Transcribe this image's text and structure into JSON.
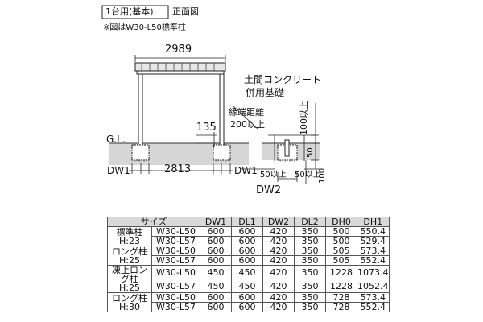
{
  "header": {
    "box_label": "1台用(基本)",
    "view_label": "正面図",
    "note": "※図はW30-L50標準柱"
  },
  "diagram": {
    "width_top": "2989",
    "width_bottom": "2813",
    "height_135": "135",
    "gl_label": "G.L.",
    "dw1_left": "DW1",
    "dw1_right": "DW1",
    "dw2": "DW2",
    "detail_title_1": "土間コンクリート",
    "detail_title_2": "併用基礎",
    "edge_distance_1": "縁端距離",
    "edge_distance_2": "200以上",
    "dim_100_above": "100以上",
    "dim_50_right": "50",
    "dim_50_left": "50以上",
    "dim_50_mid": "50以上",
    "dim_100_below": "100"
  },
  "table": {
    "headers": [
      "サイズ",
      "DW1",
      "DL1",
      "DW2",
      "DL2",
      "DH0",
      "DH1"
    ],
    "groups": [
      {
        "label_1": "標準柱",
        "label_2": "H:23",
        "rows": [
          [
            "W30-L50",
            "600",
            "600",
            "420",
            "350",
            "500",
            "550.4"
          ],
          [
            "W30-L57",
            "600",
            "600",
            "420",
            "350",
            "500",
            "529.4"
          ]
        ]
      },
      {
        "label_1": "ロング柱",
        "label_2": "H:25",
        "rows": [
          [
            "W30-L50",
            "600",
            "600",
            "420",
            "350",
            "505",
            "573.4"
          ],
          [
            "W30-L57",
            "600",
            "600",
            "420",
            "350",
            "505",
            "552.4"
          ]
        ]
      },
      {
        "label_1": "凍上ロング柱",
        "label_2": "H:25",
        "rows": [
          [
            "W30-L50",
            "450",
            "450",
            "420",
            "350",
            "1228",
            "1073.4"
          ],
          [
            "W30-L57",
            "450",
            "450",
            "420",
            "350",
            "1228",
            "1052.4"
          ]
        ]
      },
      {
        "label_1": "ロング柱",
        "label_2": "H:30",
        "rows": [
          [
            "W30-L50",
            "600",
            "600",
            "420",
            "350",
            "728",
            "573.4"
          ],
          [
            "W30-L57",
            "600",
            "600",
            "420",
            "350",
            "728",
            "552.4"
          ]
        ]
      }
    ]
  }
}
